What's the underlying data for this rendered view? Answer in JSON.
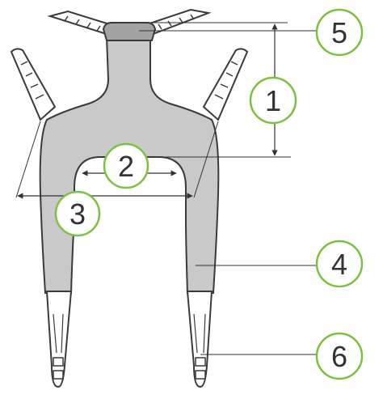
{
  "colors": {
    "sling_fill": "#c9c9c9",
    "head_pad": "#a3a3a3",
    "outline": "#3a3a3a",
    "strap_fill": "#ffffff",
    "callout_ring": "#7dc142",
    "callout_fill": "#ffffff",
    "callout_text": "#333333",
    "leader_line": "#333333"
  },
  "callouts": [
    {
      "id": "1",
      "label": "1"
    },
    {
      "id": "2",
      "label": "2"
    },
    {
      "id": "3",
      "label": "3"
    },
    {
      "id": "4",
      "label": "4"
    },
    {
      "id": "5",
      "label": "5"
    },
    {
      "id": "6",
      "label": "6"
    }
  ]
}
